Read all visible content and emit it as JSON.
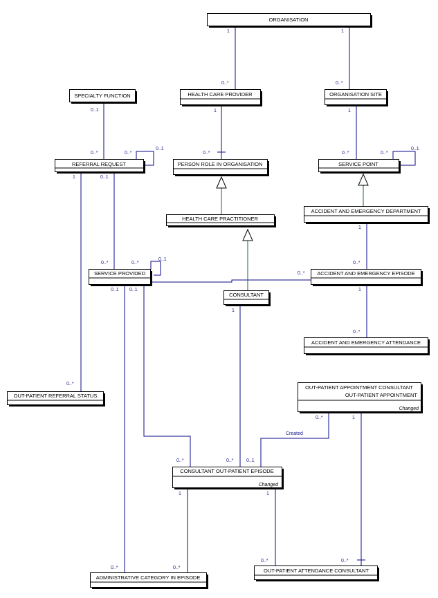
{
  "entities": {
    "organisation": {
      "label": "ORGANISATION"
    },
    "specialty_function": {
      "label": "SPECIALTY FUNCTION"
    },
    "health_care_provider": {
      "label": "HEALTH CARE PROVIDER"
    },
    "organisation_site": {
      "label": "ORGANISATION SITE"
    },
    "referral_request": {
      "label": "REFERRAL REQUEST"
    },
    "person_role": {
      "label": "PERSON ROLE IN ORGANISATION"
    },
    "service_point": {
      "label": "SERVICE POINT"
    },
    "health_care_practitioner": {
      "label": "HEALTH CARE PRACTITIONER"
    },
    "ae_department": {
      "label": "ACCIDENT AND EMERGENCY DEPARTMENT"
    },
    "service_provided": {
      "label": "SERVICE PROVIDED"
    },
    "ae_episode": {
      "label": "ACCIDENT AND EMERGENCY EPISODE"
    },
    "consultant": {
      "label": "CONSULTANT"
    },
    "ae_attendance": {
      "label": "ACCIDENT AND EMERGENCY ATTENDANCE"
    },
    "op_referral_status": {
      "label": "OUT-PATIENT REFERRAL STATUS"
    },
    "op_appointment_consultant": {
      "label_line1": "OUT-PATIENT APPOINTMENT CONSULTANT",
      "label_line2": "OUT-PATIENT APPOINTMENT",
      "note": "Changed"
    },
    "consultant_op_episode": {
      "label": "CONSULTANT OUT-PATIENT EPISODE",
      "note": "Changed"
    },
    "admin_category": {
      "label": "ADMINISTRATIVE CATEGORY IN EPISODE"
    },
    "op_attendance_consultant": {
      "label": "OUT-PATIENT ATTENDANCE CONSULTANT"
    }
  },
  "multiplicities": {
    "org_hcp_one": "1",
    "org_hcp_many": "0..*",
    "org_site_one": "1",
    "org_site_many": "0..*",
    "spec_ref_opt": "0..1",
    "spec_ref_many": "0..*",
    "ref_self_many": "0..*",
    "ref_self_opt": "0..1",
    "hcp_role_one": "1",
    "hcp_role_many": "0..*",
    "site_sp_one": "1",
    "site_sp_many": "0..*",
    "sp_self_many": "0..*",
    "sp_self_opt": "0..1",
    "ref_ops_one": "1",
    "ref_ops_many": "0..*",
    "ref_svc_opt": "0..1",
    "ref_svc_many": "0..*",
    "svc_self_many": "0..*",
    "svc_self_opt": "0..1",
    "aed_aee_one": "1",
    "aed_aee_many": "0..*",
    "svc_aee_many": "0..*",
    "aee_aea_one": "1",
    "aee_aea_many": "0..*",
    "svc_admin_opt": "0..1",
    "svc_admin_many": "0..*",
    "svc_cope_opt": "0..1",
    "svc_cope_many": "0..*",
    "cons_cope_one": "1",
    "cons_cope_many": "0..*",
    "opac_cope_many": "0..*",
    "opac_cope_opt": "0..1",
    "opac_opatt_one": "1",
    "opac_opatt_many": "0..*",
    "cope_admin_one": "1",
    "cope_admin_many": "0..*",
    "cope_opatt_one": "1",
    "cope_opatt_many": "0..*"
  },
  "relationship_labels": {
    "created": "Created"
  }
}
